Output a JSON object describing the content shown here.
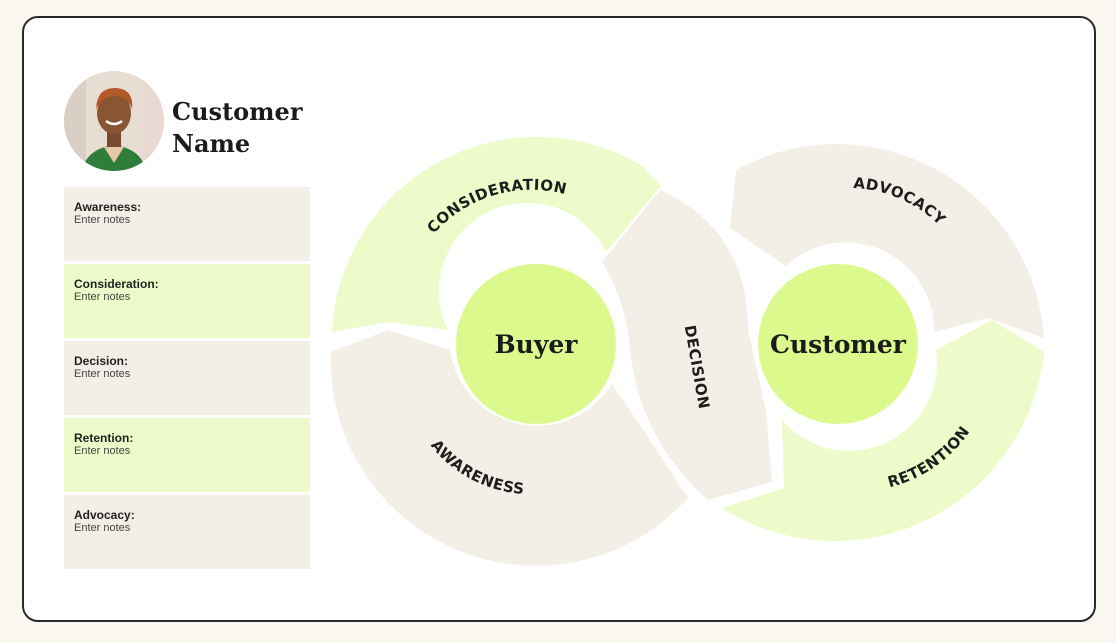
{
  "customer": {
    "name_line1": "Customer",
    "name_line2": "Name"
  },
  "notes": [
    {
      "title": "Awareness:",
      "text": "Enter notes",
      "color": "#f3eee6"
    },
    {
      "title": "Consideration:",
      "text": "Enter notes",
      "color": "#ecfbc9"
    },
    {
      "title": "Decision:",
      "text": "Enter notes",
      "color": "#f3eee6"
    },
    {
      "title": "Retention:",
      "text": "Enter notes",
      "color": "#ecfbc9"
    },
    {
      "title": "Advocacy:",
      "text": "Enter notes",
      "color": "#f3eee6"
    }
  ],
  "diagram": {
    "left_center": "Buyer",
    "right_center": "Customer",
    "stages": {
      "consideration": "CONSIDERATION",
      "awareness": "AWARENESS",
      "decision": "DECISION",
      "advocacy": "ADVOCACY",
      "retention": "RETENTION"
    }
  },
  "colors": {
    "beige": "#f3eee6",
    "light_green": "#ecfbc9",
    "center_green": "#dcf98e",
    "border": "#2a2a2a"
  }
}
